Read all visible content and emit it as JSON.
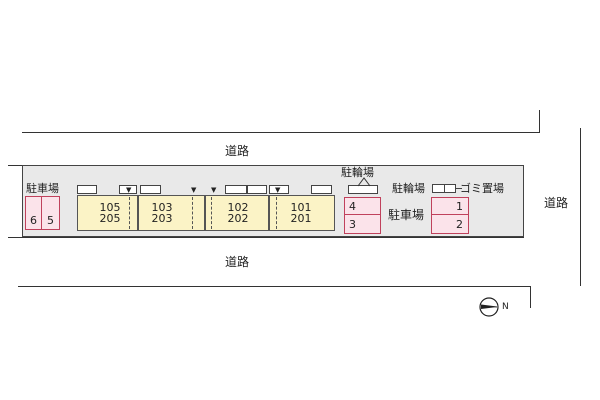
{
  "roads": {
    "top": "道路",
    "bottom": "道路",
    "right": "道路"
  },
  "parking_left": {
    "label": "駐車場",
    "spaces": [
      "6",
      "5"
    ]
  },
  "units": [
    {
      "lower": "105",
      "upper": "205"
    },
    {
      "lower": "103",
      "upper": "203"
    },
    {
      "lower": "102",
      "upper": "202"
    },
    {
      "lower": "101",
      "upper": "201"
    }
  ],
  "bike_parking_top": {
    "label": "駐輪場",
    "spaces": [
      "4",
      "3"
    ]
  },
  "bike_parking_right": {
    "label": "駐輪場"
  },
  "garbage": {
    "label": "ゴミ置場"
  },
  "parking_right": {
    "label": "駐車場",
    "spaces": [
      "1",
      "2"
    ]
  },
  "colors": {
    "unit_fill": "#fbf3c6",
    "parking_fill": "#fbe3ea",
    "parking_border": "#c0415c",
    "lot_fill": "#e9e9e9"
  },
  "compass": {
    "icon": "north-arrow-icon",
    "letter": "N"
  }
}
